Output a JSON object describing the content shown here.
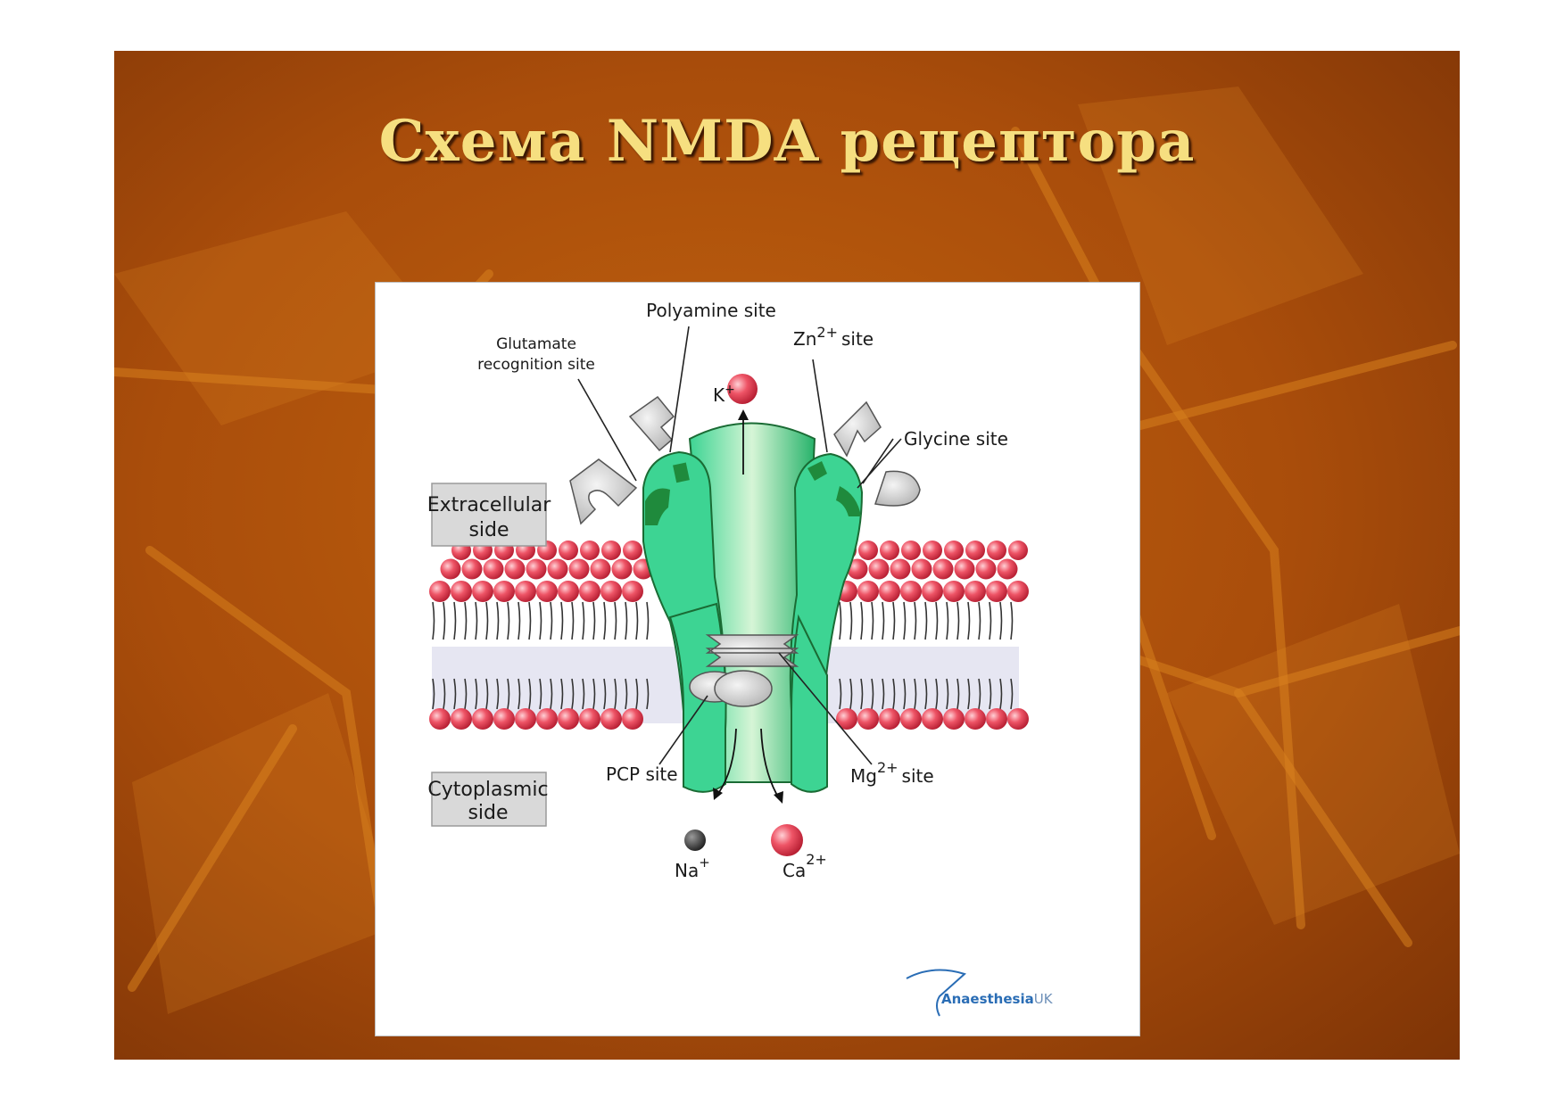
{
  "slide": {
    "title": "Схема NMDA рецептора"
  },
  "diagram": {
    "side_labels": {
      "extracellular_line1": "Extracellular",
      "extracellular_line2": "side",
      "cytoplasmic_line1": "Cytoplasmic",
      "cytoplasmic_line2": "side"
    },
    "site_labels": {
      "polyamine": "Polyamine site",
      "glutamate_line1": "Glutamate",
      "glutamate_line2": "recognition site",
      "zn_base": "Zn",
      "zn_sup": "2+",
      "zn_suffix": "site",
      "glycine": "Glycine site",
      "pcp": "PCP  site",
      "mg_base": "Mg",
      "mg_sup": "2+",
      "mg_suffix": "site"
    },
    "ions": {
      "k_base": "K",
      "k_sup": "+",
      "na_base": "Na",
      "na_sup": "+",
      "ca_base": "Ca",
      "ca_sup": "2+"
    },
    "logo": {
      "text_bold": "Anaesthesia",
      "text_light": "UK"
    },
    "colors": {
      "receptor": "#3dd493",
      "receptor_dark": "#1f8a3c",
      "channel_light": "#c8efc8",
      "lipid_head": "#e8485a",
      "membrane_core": "#e6e6f2",
      "ligand": "#c8c8c8",
      "logo_blue": "#2a6db5"
    }
  }
}
